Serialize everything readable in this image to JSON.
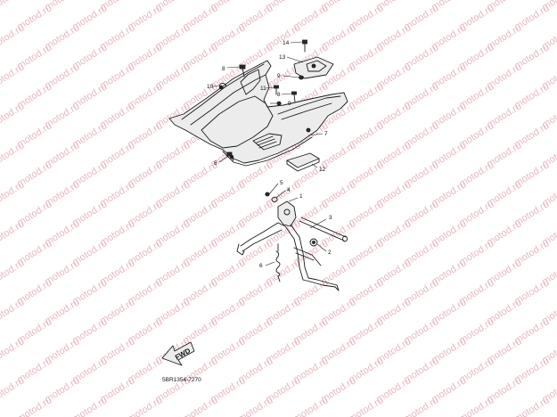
{
  "watermark": {
    "text": "motod.ru",
    "color": "#e6b9c0"
  },
  "diagram": {
    "callouts": [
      "1",
      "2",
      "3",
      "4",
      "5",
      "6",
      "7",
      "8",
      "8",
      "8",
      "9",
      "9",
      "10",
      "11",
      "12",
      "13",
      "14"
    ],
    "forward_label": "FWD",
    "code": "5BR1354-7270"
  }
}
